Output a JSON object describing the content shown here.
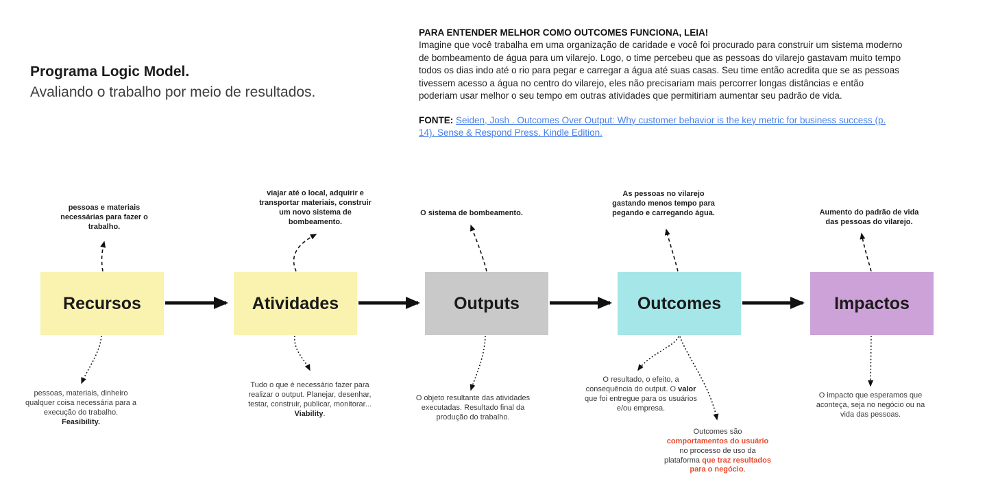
{
  "title": {
    "line1": "Programa Logic Model.",
    "line2": "Avaliando o trabalho por meio de resultados."
  },
  "info": {
    "heading": "PARA ENTENDER MELHOR COMO OUTCOMES FUNCIONA, LEIA!",
    "body": "Imagine que você trabalha em uma organização de caridade e você foi procurado para construir um sistema moderno de bombeamento de água para um vilarejo. Logo, o time percebeu que as pessoas do vilarejo gastavam muito tempo todos os dias indo até o rio para pegar e carregar a água até suas casas. Seu time então acredita que se as pessoas tivessem acesso a água no centro do vilarejo, eles não precisariam mais percorrer longas distâncias e então poderiam usar melhor o seu tempo em outras atividades que permitiriam aumentar seu padrão de vida.",
    "source_label": "FONTE:",
    "source_link_text": "Seiden, Josh . Outcomes Over Output: Why customer behavior is the key metric for business success (p. 14). Sense & Respond Press. Kindle Edition.",
    "link_color": "#4A80E8"
  },
  "flow": {
    "accent_red": "#E94B2E",
    "boxes": [
      {
        "label": "Recursos",
        "fill": "#FAF3AF"
      },
      {
        "label": "Atividades",
        "fill": "#FAF3AF"
      },
      {
        "label": "Outputs",
        "fill": "#C9C9C9"
      },
      {
        "label": "Outcomes",
        "fill": "#A5E6E8"
      },
      {
        "label": "Impactos",
        "fill": "#CDA2D8"
      }
    ],
    "top_notes": [
      {
        "text": "pessoas e materiais necessárias para fazer o trabalho."
      },
      {
        "text": "viajar até o local, adquirir e transportar materiais, construir um novo sistema de bombeamento."
      },
      {
        "text": "O sistema de bombeamento."
      },
      {
        "text": "As pessoas no vilarejo gastando menos tempo para pegando e carregando água."
      },
      {
        "text": "Aumento do padrão de vida das pessoas do vilarejo."
      }
    ],
    "bottom_notes": {
      "recursos": {
        "text": "pessoas, materiais, dinheiro qualquer coisa necessária para a execução do trabalho.",
        "bold": "Feasibility."
      },
      "atividades": {
        "text": "Tudo o que é necessário fazer para realizar o output. Planejar, desenhar, testar, construir, publicar, monitorar...",
        "bold": "Viability",
        "suffix": "."
      },
      "outputs": {
        "text": "O objeto resultante das atividades executadas. Resultado final da produção do trabalho."
      },
      "outcomes_value": {
        "pre": "O resultado, o efeito, a consequência do output. O ",
        "bold": "valor",
        "post": " que foi entregue para os usuários e/ou empresa."
      },
      "outcomes_behavior": {
        "line1": "Outcomes são",
        "line2_red": "comportamentos do usuário",
        "line3": "no processo de uso da",
        "line4a": "plataforma ",
        "line4b_red": "que traz resultados",
        "line5_red": "para o negócio",
        "line5_suffix": "."
      },
      "impactos": {
        "text": "O impacto que esperamos que aconteça, seja no negócio ou na vida das pessoas."
      }
    }
  }
}
